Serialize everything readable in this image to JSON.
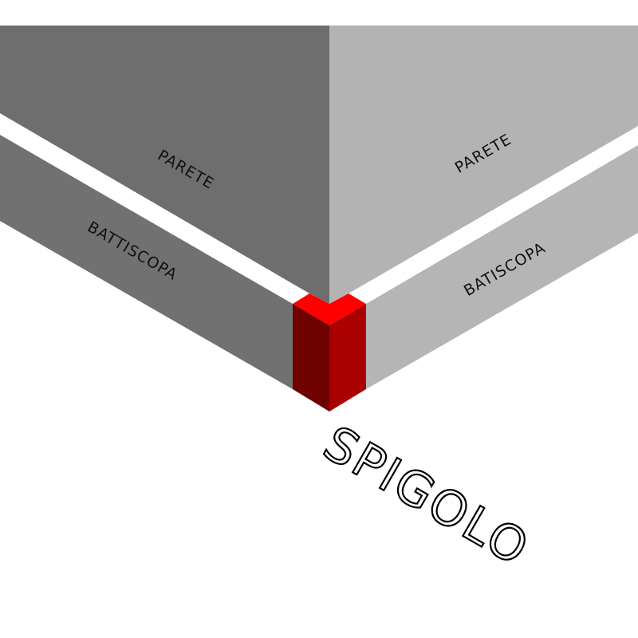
{
  "labels": {
    "wall_left": "PARETE",
    "wall_right": "PARETE",
    "baseboard_left": "BATTISCOPA",
    "baseboard_right": "BATISCOPA",
    "corner": "SPIGOLO"
  },
  "colors": {
    "wall_left": "#6e6e6e",
    "wall_right": "#b3b3b3",
    "baseboard_left": "#717171",
    "baseboard_right": "#b5b5b5",
    "corner_top": "#ff0000",
    "corner_left": "#6e0000",
    "corner_right": "#aa0000"
  }
}
